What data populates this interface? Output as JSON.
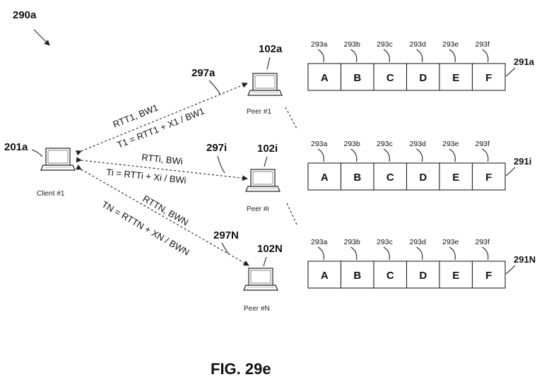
{
  "figure_ref": "290a",
  "figure_caption": "FIG. 29e",
  "client": {
    "ref": "201a",
    "label": "Client #1"
  },
  "peers": [
    {
      "ref": "102a",
      "label": "Peer #1",
      "path_ref": "297a",
      "array_ref": "291a",
      "rtt_label": "RTT1, BW1",
      "time_label": "T1 = RTT1 + X1 / BW1"
    },
    {
      "ref": "102i",
      "label": "Peer #i",
      "path_ref": "297i",
      "array_ref": "291i",
      "rtt_label": "RTTi, BWi",
      "time_label": "Ti = RTTi + Xi / BWi"
    },
    {
      "ref": "102N",
      "label": "Peer #N",
      "path_ref": "297N",
      "array_ref": "291N",
      "rtt_label": "RTTN, BWN",
      "time_label": "TN = RTTN + XN / BWN"
    }
  ],
  "segments": [
    {
      "ref": "293a",
      "label": "A"
    },
    {
      "ref": "293b",
      "label": "B"
    },
    {
      "ref": "293c",
      "label": "C"
    },
    {
      "ref": "293d",
      "label": "D"
    },
    {
      "ref": "293e",
      "label": "E"
    },
    {
      "ref": "293f",
      "label": "F"
    }
  ]
}
